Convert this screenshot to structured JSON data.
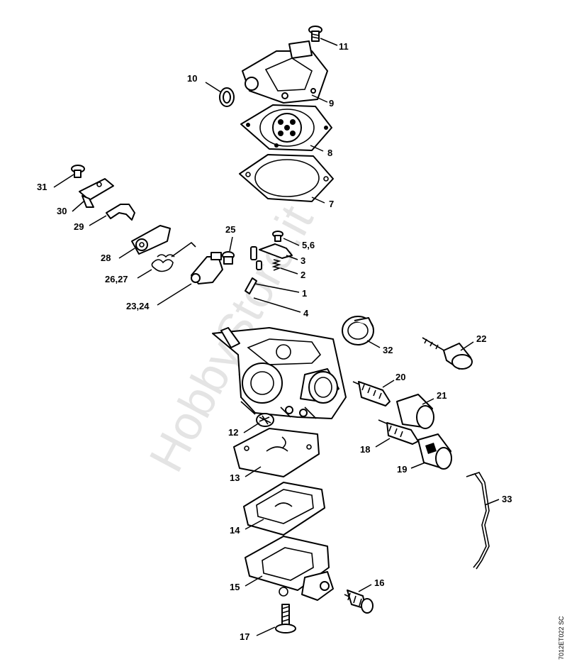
{
  "watermark": "HobbyStore.it",
  "drawing_code": "7012ET022 SC",
  "callouts": {
    "c11": "11",
    "c10": "10",
    "c9": "9",
    "c8": "8",
    "c7": "7",
    "c31": "31",
    "c30": "30",
    "c29": "29",
    "c28": "28",
    "c26_27": "26,27",
    "c25": "25",
    "c23_24": "23,24",
    "c5_6": "5,6",
    "c3": "3",
    "c2": "2",
    "c1a": "1",
    "c4": "4",
    "c32": "32",
    "c22": "22",
    "c20": "20",
    "c21": "21",
    "c12": "12",
    "c18": "18",
    "c19": "19",
    "c13": "13",
    "c33": "33",
    "c14": "14",
    "c15": "15",
    "c16": "16",
    "c17": "17"
  },
  "colors": {
    "line": "#000000",
    "paper": "#ffffff",
    "watermark": "#cfcfcf"
  }
}
